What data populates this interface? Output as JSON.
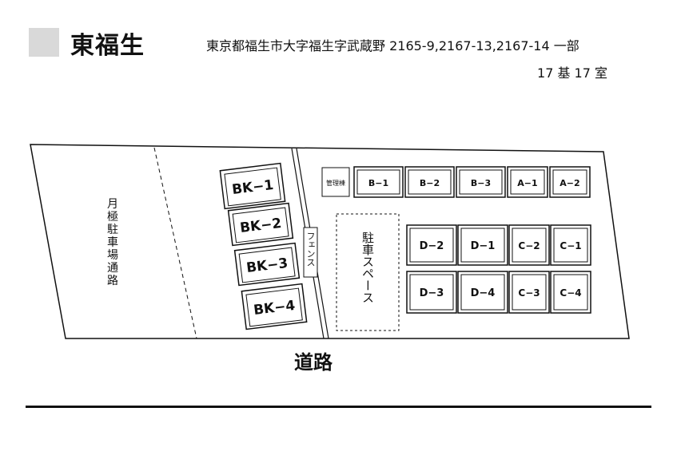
{
  "header": {
    "title": "東福生",
    "address": "東京都福生市大字福生字武蔵野 2165-9,2167-13,2167-14 一部",
    "count": "17 基 17 室"
  },
  "plan": {
    "access_road_label": "月極駐車場通路",
    "fence_label": "フェンス",
    "parking_label": "駐車スペース",
    "office_label": "管理棟",
    "road_label": "道路",
    "bk_units": [
      "BK−1",
      "BK−2",
      "BK−3",
      "BK−4"
    ],
    "top_row_units": [
      "B−1",
      "B−2",
      "B−3",
      "A−1",
      "A−2"
    ],
    "middle_row_units": [
      "D−2",
      "D−1",
      "C−2",
      "C−1"
    ],
    "bottom_row_units": [
      "D−3",
      "D−4",
      "C−3",
      "C−4"
    ]
  }
}
